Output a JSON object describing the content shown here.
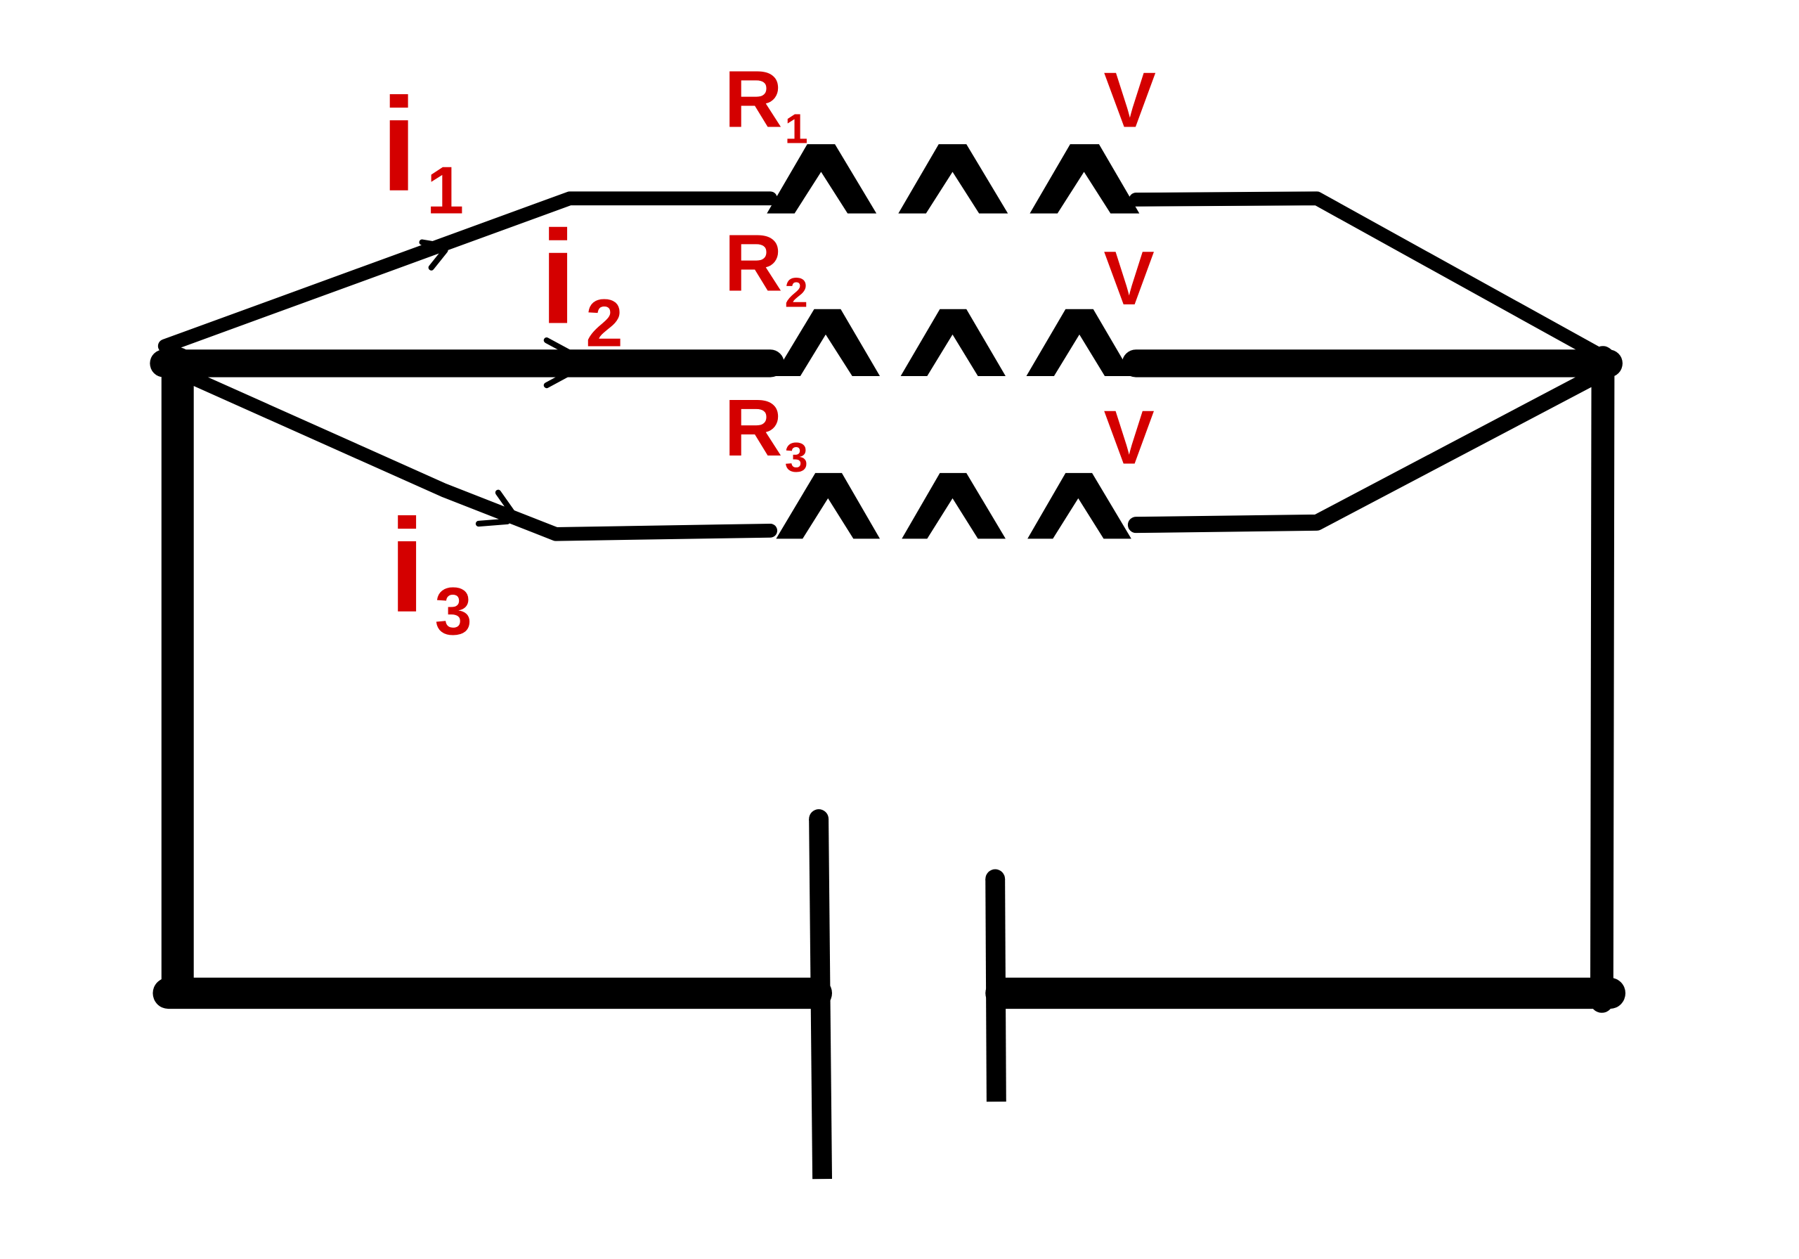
{
  "colors": {
    "label": "#d40000",
    "wire": "#000000"
  },
  "currents": [
    {
      "symbol": "i",
      "sub": "1"
    },
    {
      "symbol": "i",
      "sub": "2"
    },
    {
      "symbol": "i",
      "sub": "3"
    }
  ],
  "resistors": [
    {
      "symbol": "R",
      "sub": "1",
      "voltage": "V"
    },
    {
      "symbol": "R",
      "sub": "2",
      "voltage": "V"
    },
    {
      "symbol": "R",
      "sub": "3",
      "voltage": "V"
    }
  ]
}
